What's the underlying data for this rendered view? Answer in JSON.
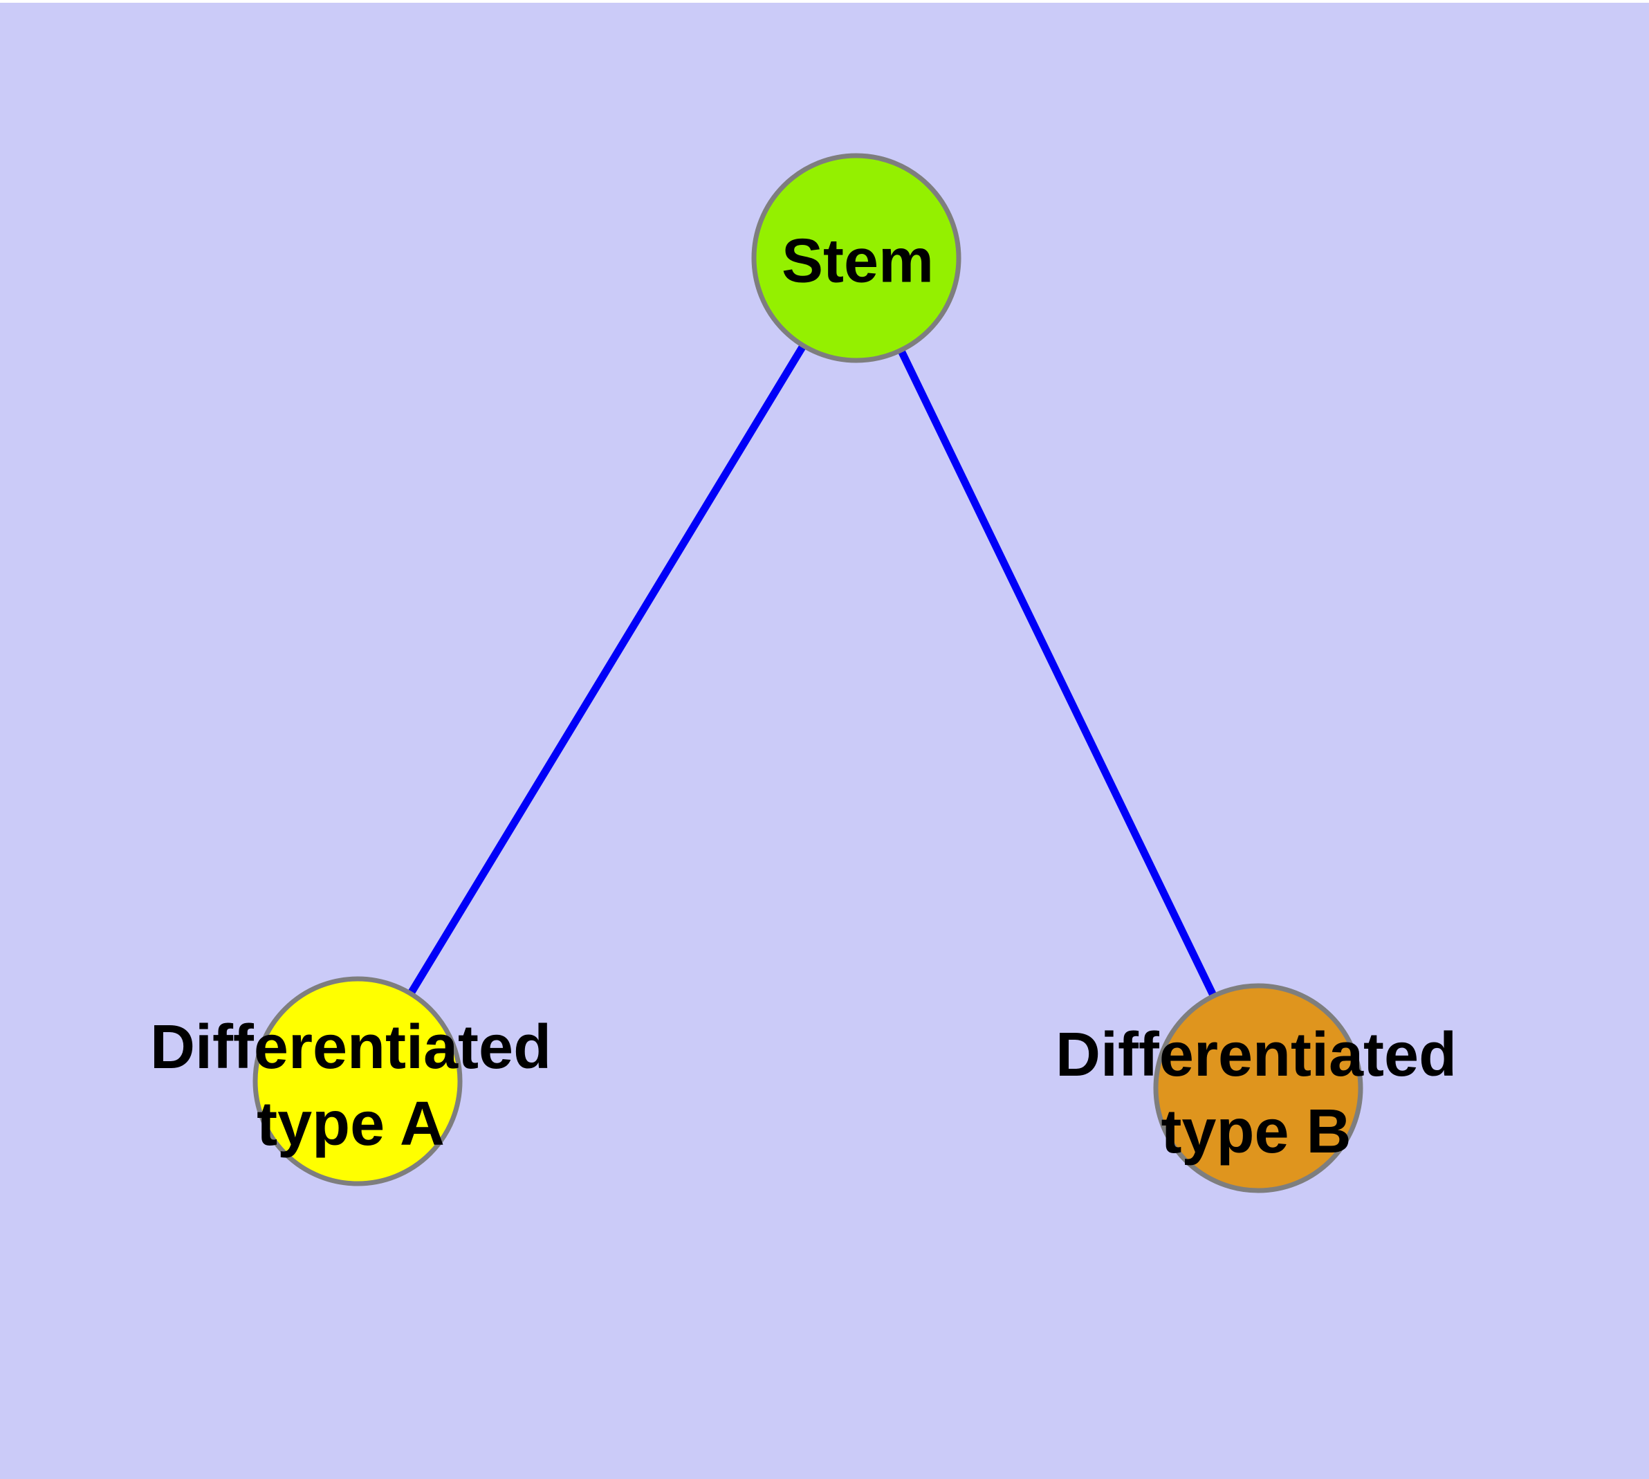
{
  "diagram": {
    "type": "node-link-graph",
    "background_color": "#cbcbf8",
    "edge_color": "#0000f8",
    "node_border_color": "#7e7e7e",
    "text_color": "#000000",
    "nodes": {
      "stem": {
        "label": "Stem",
        "fill": "#94f000"
      },
      "type_a": {
        "label_line1": "Differentiated",
        "label_line2": "type A",
        "fill": "#ffff00"
      },
      "type_b": {
        "label_line1": "Differentiated",
        "label_line2": "type B",
        "fill": "#df951e"
      }
    },
    "edges": [
      {
        "from": "Stem",
        "to": "Differentiated type A"
      },
      {
        "from": "Stem",
        "to": "Differentiated type B"
      }
    ]
  }
}
